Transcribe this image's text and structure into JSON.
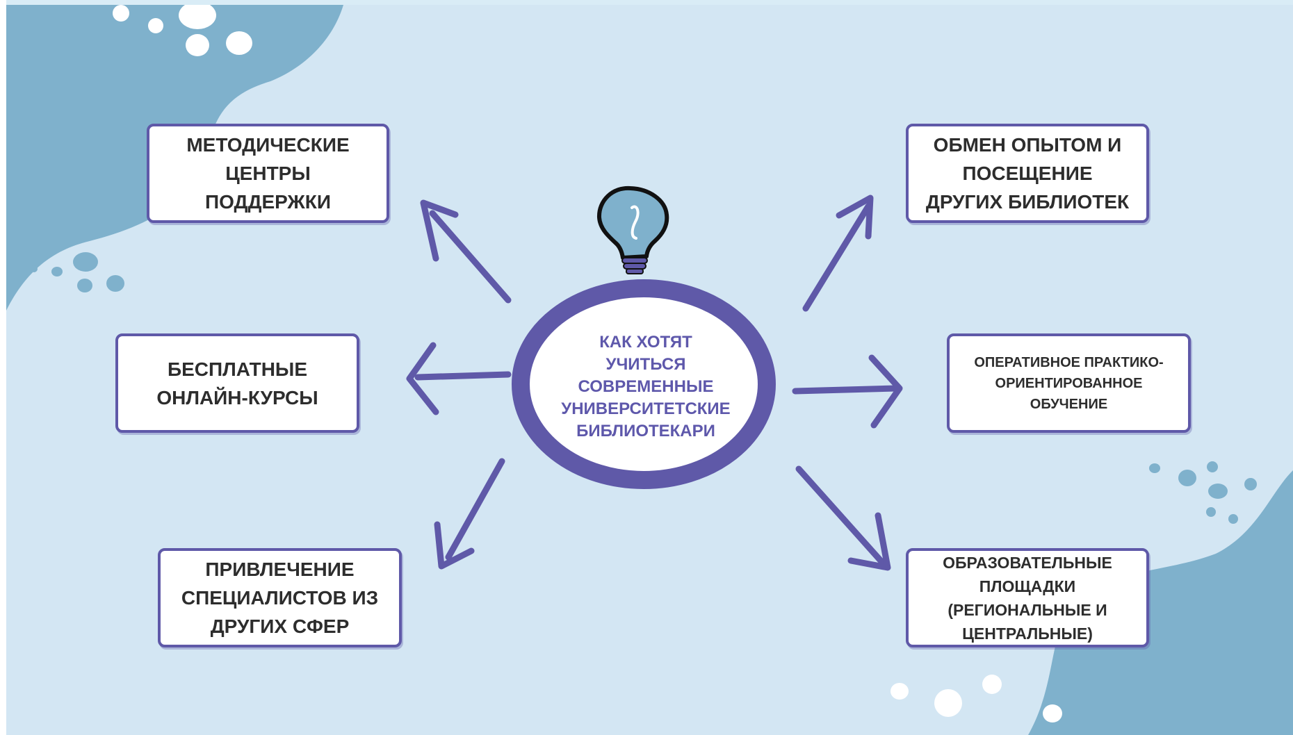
{
  "colors": {
    "background": "#d3e6f3",
    "blob": "#7fb1cc",
    "accent": "#5f59a8",
    "box_text": "#2d2d2d",
    "center_text": "#5e58ab"
  },
  "center": {
    "text": "КАК ХОТЯТ\nУЧИТЬСЯ\nСОВРЕМЕННЫЕ\nУНИВЕРСИТЕТСКИЕ\nБИБЛИОТЕКАРИ",
    "icon": "lightbulb-icon"
  },
  "nodes": {
    "methodical_centers": "МЕТОДИЧЕСКИЕ\nЦЕНТРЫ\nПОДДЕРЖКИ",
    "free_online_courses": "БЕСПЛАТНЫЕ\nОНЛАЙН-КУРСЫ",
    "external_specialists": "ПРИВЛЕЧЕНИЕ\nСПЕЦИАЛИСТОВ ИЗ\nДРУГИХ СФЕР",
    "experience_exchange": "ОБМЕН ОПЫТОМ И\nПОСЕЩЕНИЕ\nДРУГИХ БИБЛИОТЕК",
    "practical_training": "ОПЕРАТИВНОЕ ПРАКТИКО-\nОРИЕНТИРОВАННОЕ\nОБУЧЕНИЕ",
    "educational_platforms": "ОБРАЗОВАТЕЛЬНЫЕ\nПЛОЩАДКИ\n(РЕГИОНАЛЬНЫЕ И\nЦЕНТРАЛЬНЫЕ)"
  }
}
